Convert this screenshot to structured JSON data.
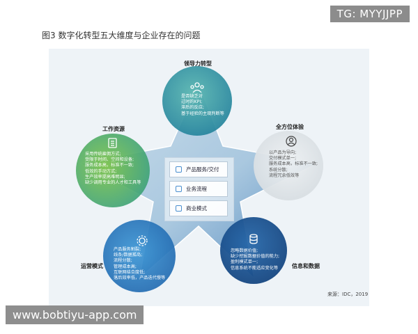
{
  "title": "图3 数字化转型五大维度与企业存在的问题",
  "watermarks": {
    "top": "TG: MYYJJPP",
    "bottom": "www.bobtiyu-app.com"
  },
  "dimensions": {
    "leadership": {
      "label": "领导力转型",
      "lines": [
        "是否缺乏对",
        "过时的KPI;",
        "滞后的反应;",
        "基于经验的主观判断等"
      ]
    },
    "experience": {
      "label": "全方位体验",
      "lines": [
        "以产品为导向;",
        "交付模式单一;",
        "服务成本高，标准不一致;",
        "系统分散;",
        "流程冗余低效等"
      ]
    },
    "data": {
      "label": "信息和数据",
      "lines": [
        "忽略数据价值;",
        "缺少挖掘数据价值的能力;",
        "盈利模式单一;",
        "信息系统不能适应变化等"
      ]
    },
    "operations": {
      "label": "运营模式",
      "lines": [
        "产品服务割裂;",
        "线条/数据孤岛;",
        "流程分散;",
        "管理成本高;",
        "互联网结合度低;",
        "落后效率低，产品迭代慢等"
      ]
    },
    "workforce": {
      "label": "工作资源",
      "lines": [
        "采用传统雇佣方式;",
        "受限于时间、空间和设备;",
        "服务成本高，标准不一致;",
        "低效的手动方式;",
        "生产效率提高难明显;",
        "缺少调用专业的人才和工具等"
      ]
    }
  },
  "center_items": [
    "产品服务/交付",
    "业务流程",
    "商业模式"
  ],
  "source": "来源：IDC，2019"
}
